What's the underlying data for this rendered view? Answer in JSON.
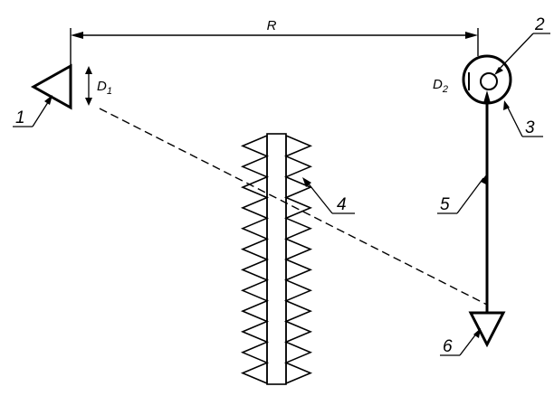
{
  "diagram": {
    "distance_label": "R",
    "transmitter_height_label": {
      "symbol": "D",
      "subscript": "1"
    },
    "receiver_size_label": {
      "symbol": "D",
      "subscript": "2"
    },
    "callouts": [
      "1",
      "2",
      "3",
      "4",
      "5",
      "6"
    ]
  },
  "colors": {
    "line": "#000000",
    "background": "#ffffff"
  }
}
